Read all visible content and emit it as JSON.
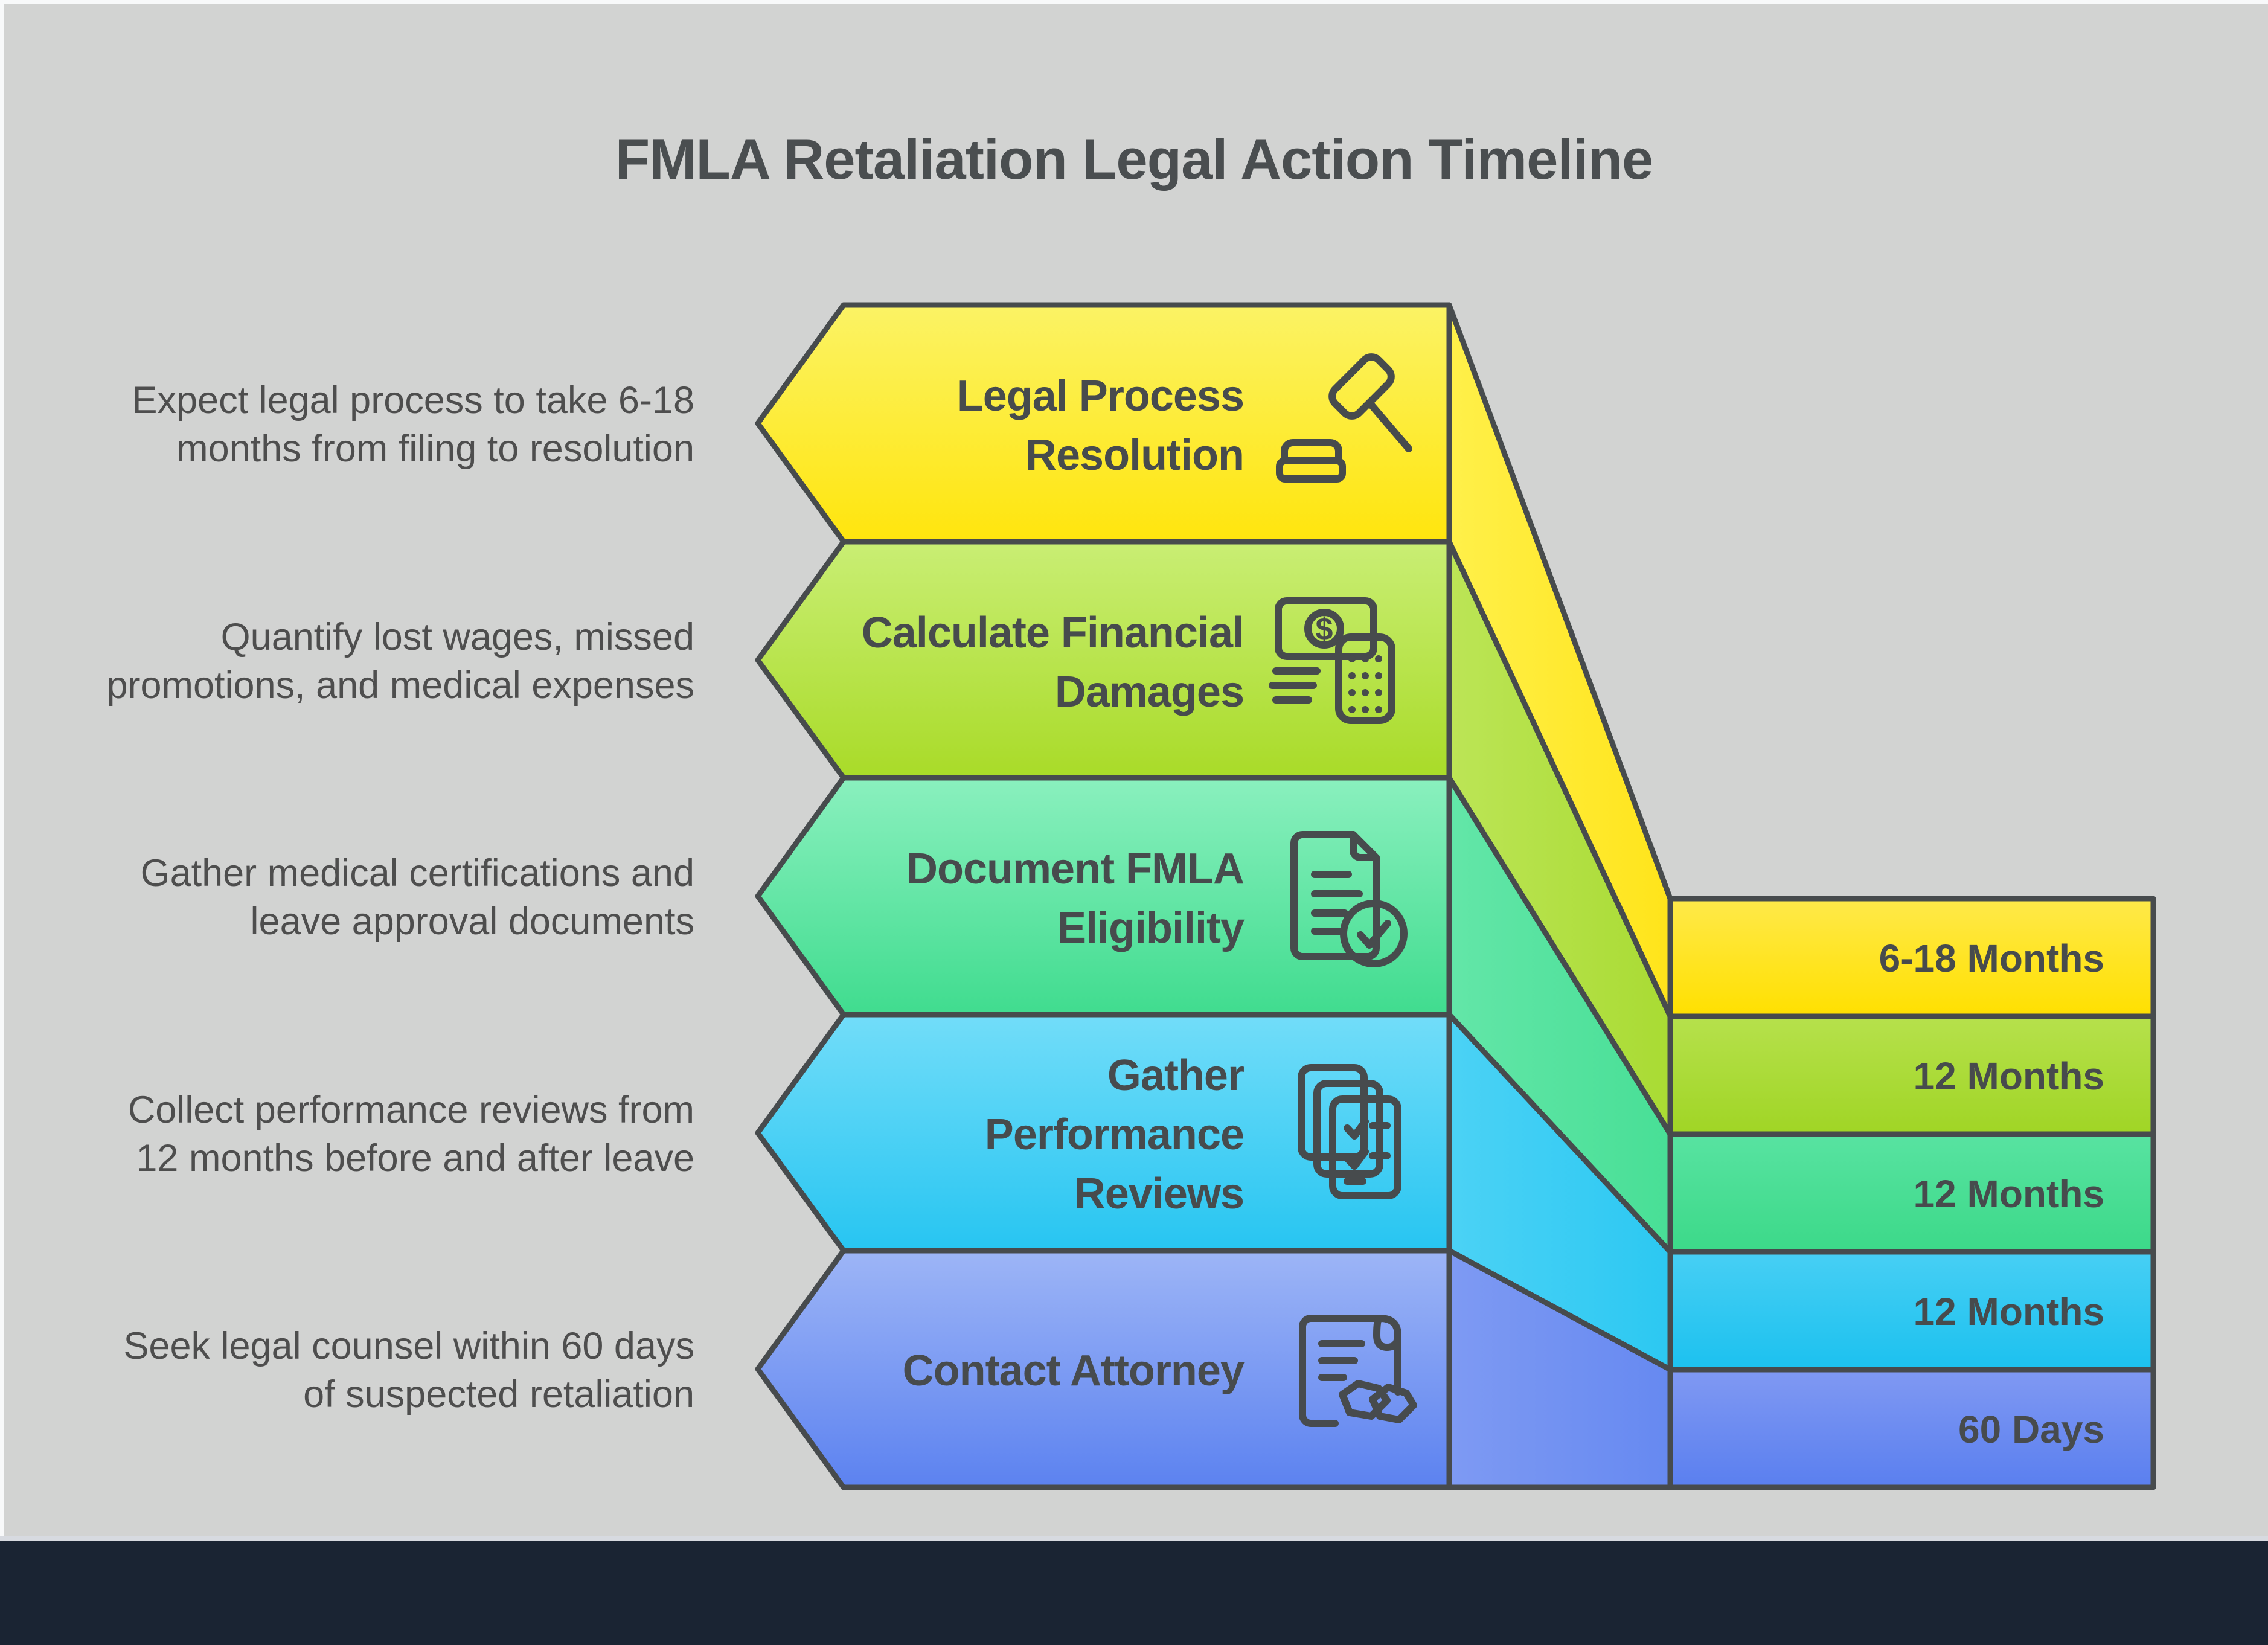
{
  "title": "FMLA Retaliation Legal Action Timeline",
  "theme": {
    "background": "#d2d3d2",
    "page_margin": "#f8f9fa",
    "footer_bar": "#1a2433",
    "footer_divider": "#d7dae0",
    "outline": "#474b4d",
    "heading_text": "#4a4e50",
    "body_text": "#4e4e4e"
  },
  "steps": [
    {
      "name": "legal-process-resolution",
      "label_lines": [
        "Legal Process",
        "Resolution"
      ],
      "description_lines": [
        "Expect legal process to take 6-18",
        "months from filing to resolution"
      ],
      "duration": "6-18 Months",
      "icon": "gavel-icon",
      "banner_colors": [
        "#FBF365",
        "#FFE50D"
      ],
      "bar_color": "#FFE41A"
    },
    {
      "name": "calculate-financial-damages",
      "label_lines": [
        "Calculate Financial",
        "Damages"
      ],
      "description_lines": [
        "Quantify lost wages, missed",
        "promotions, and medical expenses"
      ],
      "duration": "12 Months",
      "icon": "money-calculator-icon",
      "banner_colors": [
        "#C9EE74",
        "#A9DB28"
      ],
      "bar_color": "#A9DB33"
    },
    {
      "name": "document-fmla-eligibility",
      "label_lines": [
        "Document FMLA",
        "Eligibility"
      ],
      "description_lines": [
        "Gather medical certifications and",
        "leave approval documents"
      ],
      "duration": "12 Months",
      "icon": "document-check-icon",
      "banner_colors": [
        "#8AF0BE",
        "#40DC8F"
      ],
      "bar_color": "#48DF96"
    },
    {
      "name": "gather-performance-reviews",
      "label_lines": [
        "Gather",
        "Performance",
        "Reviews"
      ],
      "description_lines": [
        "Collect performance reviews from",
        "12 months before and after leave"
      ],
      "duration": "12 Months",
      "icon": "checklist-stack-icon",
      "banner_colors": [
        "#72DDF9",
        "#27C5F1"
      ],
      "bar_color": "#2CC8F2"
    },
    {
      "name": "contact-attorney",
      "label_lines": [
        "Contact Attorney"
      ],
      "description_lines": [
        "Seek legal counsel within 60 days",
        "of suspected retaliation"
      ],
      "duration": "60 Days",
      "icon": "contract-handshake-icon",
      "banner_colors": [
        "#9DB5F6",
        "#5C82F0"
      ],
      "bar_color": "#6689F1"
    }
  ],
  "icons": {
    "dollar_sign": "$"
  }
}
